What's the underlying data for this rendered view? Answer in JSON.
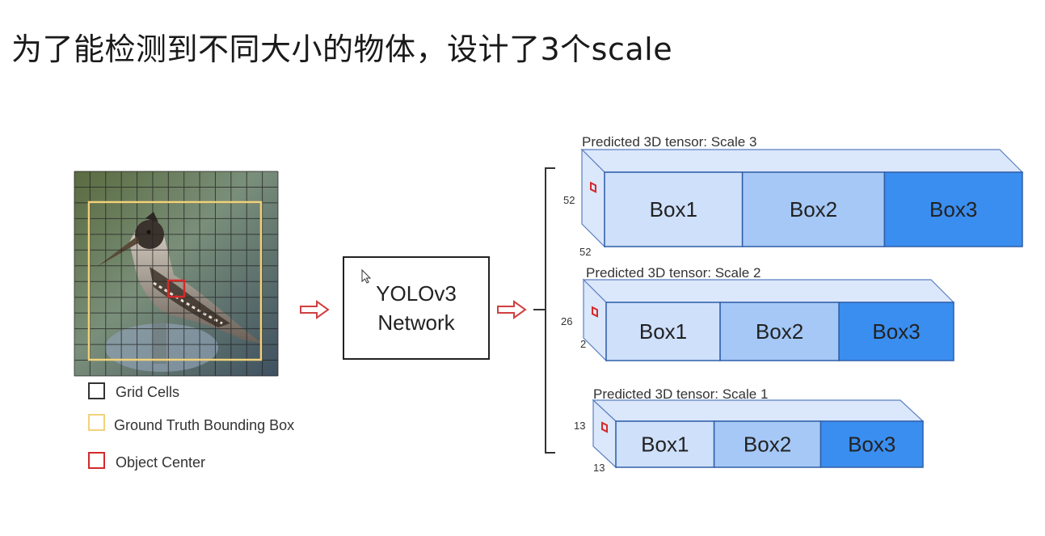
{
  "slide": {
    "title": "为了能检测到不同大小的物体，设计了3个scale"
  },
  "legend": [
    {
      "label": "Grid Cells",
      "color": "#333333"
    },
    {
      "label": "Ground Truth Bounding Box",
      "color": "#f2d27a"
    },
    {
      "label": "Object Center",
      "color": "#d42a2a"
    }
  ],
  "network": {
    "line1": "YOLOv3",
    "line2": "Network"
  },
  "tensors": [
    {
      "title": "Predicted 3D tensor: Scale 3",
      "side_label": "52",
      "bottom_label": "52",
      "boxes": [
        "Box1",
        "Box2",
        "Box3"
      ]
    },
    {
      "title": "Predicted 3D tensor: Scale 2",
      "side_label": "26",
      "bottom_label": "2",
      "boxes": [
        "Box1",
        "Box2",
        "Box3"
      ]
    },
    {
      "title": "Predicted 3D tensor: Scale 1",
      "side_label": "13",
      "bottom_label": "13",
      "boxes": [
        "Box1",
        "Box2",
        "Box3"
      ]
    }
  ],
  "colors": {
    "box1": "#cfe0fb",
    "box2": "#a5c8f6",
    "box3": "#3a8ef0",
    "tensor_top": "#dbe7fb",
    "tensor_side": "#dbe7fb",
    "arrow": "#d04040",
    "grid_box": "#f2d27a",
    "center": "#d42a2a"
  }
}
